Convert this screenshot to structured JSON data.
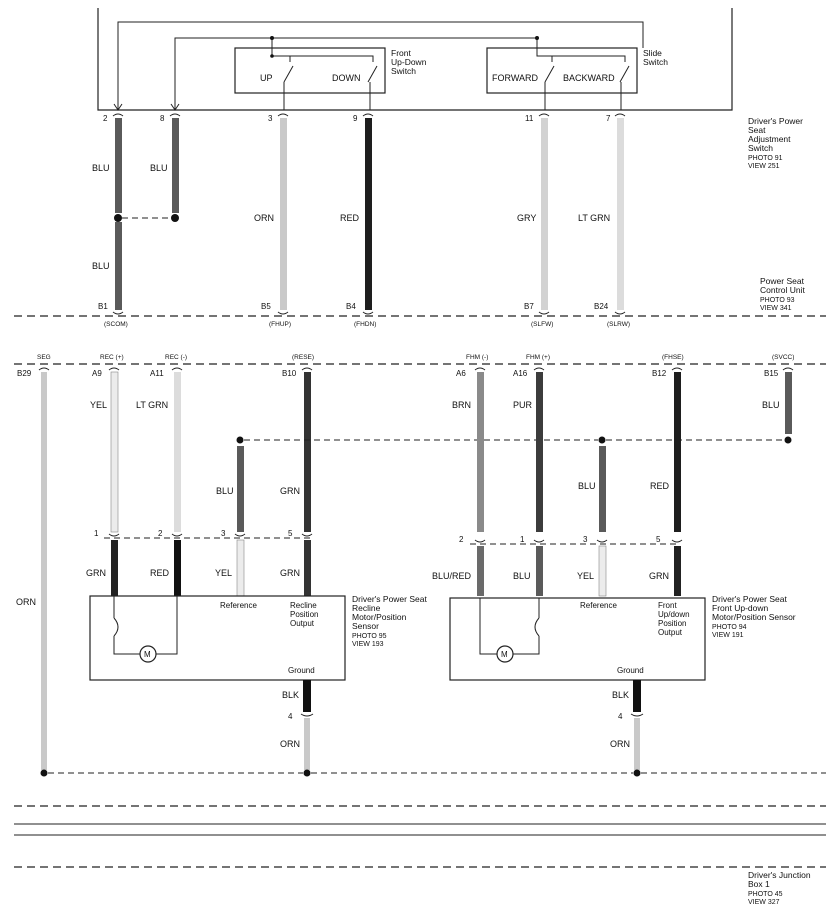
{
  "adjust_switch": {
    "title": [
      "Driver's Power",
      "Seat",
      "Adjustment",
      "Switch"
    ],
    "photo": "PHOTO 91",
    "view": "VIEW 251"
  },
  "updown_switch": {
    "title": [
      "Front",
      "Up-Down",
      "Switch"
    ],
    "up": "UP",
    "down": "DOWN"
  },
  "slide_switch": {
    "title": [
      "Slide",
      "Switch"
    ],
    "forward": "FORWARD",
    "backward": "BACKWARD"
  },
  "switch_wires": [
    {
      "pin": "2",
      "color_upper": "BLU",
      "color_lower": "BLU",
      "ecu_pin": "B1",
      "signal": "(SCOM)"
    },
    {
      "pin": "8",
      "color": "BLU"
    },
    {
      "pin": "3",
      "color": "ORN",
      "ecu_pin": "B5",
      "signal": "(FHUP)"
    },
    {
      "pin": "9",
      "color": "RED",
      "ecu_pin": "B4",
      "signal": "(FHDN)"
    },
    {
      "pin": "11",
      "color": "GRY",
      "ecu_pin": "B7",
      "signal": "(SLFW)"
    },
    {
      "pin": "7",
      "color": "LT GRN",
      "ecu_pin": "B24",
      "signal": "(SLRW)"
    }
  ],
  "control_unit": {
    "title": [
      "Power Seat",
      "Control Unit"
    ],
    "photo": "PHOTO 93",
    "view": "VIEW 341"
  },
  "lower_pins": [
    {
      "signal": "SEG",
      "pin": "B29",
      "color": "ORN"
    },
    {
      "signal": "REC (+)",
      "pin": "A9",
      "color": "YEL"
    },
    {
      "signal": "REC (-)",
      "pin": "A11",
      "color": "LT GRN"
    },
    {
      "signal": "(RESE)",
      "pin": "B10",
      "color": "GRN"
    },
    {
      "signal": "FHM (-)",
      "pin": "A6",
      "color": "BRN"
    },
    {
      "signal": "FHM (+)",
      "pin": "A16",
      "color": "PUR"
    },
    {
      "signal": "(FHSE)",
      "pin": "B12",
      "color": "RED"
    },
    {
      "signal": "(SVCC)",
      "pin": "B15",
      "color": "BLU"
    }
  ],
  "recline_sensor": {
    "title": [
      "Driver's Power Seat",
      "Recline",
      "Motor/Position",
      "Sensor"
    ],
    "photo": "PHOTO 95",
    "view": "VIEW 193",
    "reference": "Reference",
    "output": [
      "Recline",
      "Position",
      "Output"
    ],
    "ground": "Ground",
    "motor": "M",
    "ref_wire_color": "BLU",
    "pins": [
      {
        "pin": "1",
        "color": "GRN"
      },
      {
        "pin": "2",
        "color": "RED"
      },
      {
        "pin": "3",
        "color": "YEL"
      },
      {
        "pin": "5",
        "color": "GRN"
      }
    ],
    "ground_pin": "4",
    "ground_color_upper": "BLK",
    "ground_color_lower": "ORN"
  },
  "front_sensor": {
    "title": [
      "Driver's Power Seat",
      "Front Up-down",
      "Motor/Position Sensor"
    ],
    "photo": "PHOTO 94",
    "view": "VIEW 191",
    "reference": "Reference",
    "output": [
      "Front",
      "Up/down",
      "Position",
      "Output"
    ],
    "ground": "Ground",
    "motor": "M",
    "ref_wire_color": "BLU",
    "pins": [
      {
        "pin": "2",
        "color": "BLU/RED"
      },
      {
        "pin": "1",
        "color": "BLU"
      },
      {
        "pin": "3",
        "color": "YEL"
      },
      {
        "pin": "5",
        "color": "GRN"
      }
    ],
    "ground_pin": "4",
    "ground_color_upper": "BLK",
    "ground_color_lower": "ORN"
  },
  "junction_box": {
    "title": [
      "Driver's Junction",
      "Box 1"
    ],
    "photo": "PHOTO 45",
    "view": "VIEW 327"
  },
  "colors": {
    "BLU": "#5a5a5a",
    "ORN": "#c9c9c9",
    "RED": "#2b2b2b",
    "GRY": "#d2d2d2",
    "LT GRN": "#dcdcdc",
    "YEL": "#e6e6e6",
    "GRN": "#333333",
    "BRN": "#8a8a8a",
    "PUR": "#3c3c3c",
    "BLK": "#111111",
    "BLU/RED": "#6a6a6a"
  }
}
